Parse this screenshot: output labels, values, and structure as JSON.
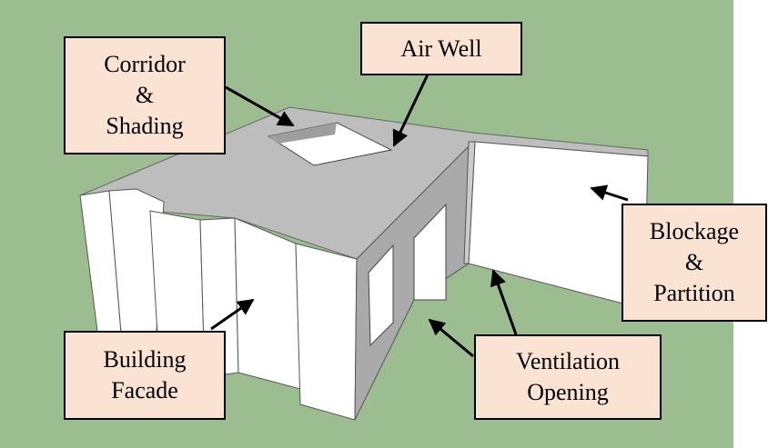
{
  "colors": {
    "background": "#9bbd8f",
    "roof": "#bdbdbd",
    "wall": "#ffffff",
    "shadow_wall": "#aaaaaa",
    "label_fill": "#fbe3d3",
    "outline": "#000000"
  },
  "labels": {
    "corridor_shading": [
      "Corridor",
      "&",
      "Shading"
    ],
    "air_well": [
      "Air Well"
    ],
    "blockage_partition": [
      "Blockage",
      "&",
      "Partition"
    ],
    "building_facade": [
      "Building",
      "Facade"
    ],
    "ventilation_opening": [
      "Ventilation",
      "Opening"
    ]
  }
}
